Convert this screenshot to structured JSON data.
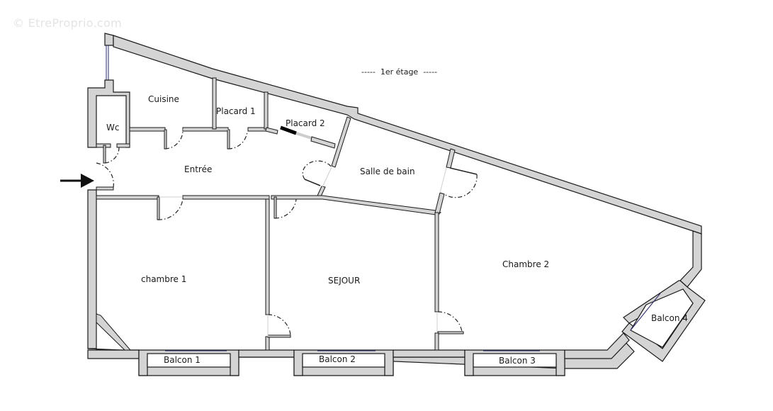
{
  "watermark": "© EtreProprio.com",
  "floor_title": "-----  1er étage  -----",
  "rooms": {
    "cuisine": "Cuisine",
    "placard1": "Placard 1",
    "placard2": "Placard 2",
    "wc": "Wc",
    "entree": "Entrée",
    "salle_de_bain": "Salle de bain",
    "chambre1": "chambre 1",
    "sejour": "SEJOUR",
    "chambre2": "Chambre 2"
  },
  "balconies": {
    "balcon1": "Balcon 1",
    "balcon2": "Balcon 2",
    "balcon3": "Balcon 3",
    "balcon4": "Balcon 4"
  },
  "icons": {
    "entrance": "entrance-arrow-icon"
  },
  "colors": {
    "wall_fill": "#d4d4d4",
    "wall_stroke": "#1a1a1a",
    "background": "#ffffff",
    "window": "#2a2a6a"
  }
}
